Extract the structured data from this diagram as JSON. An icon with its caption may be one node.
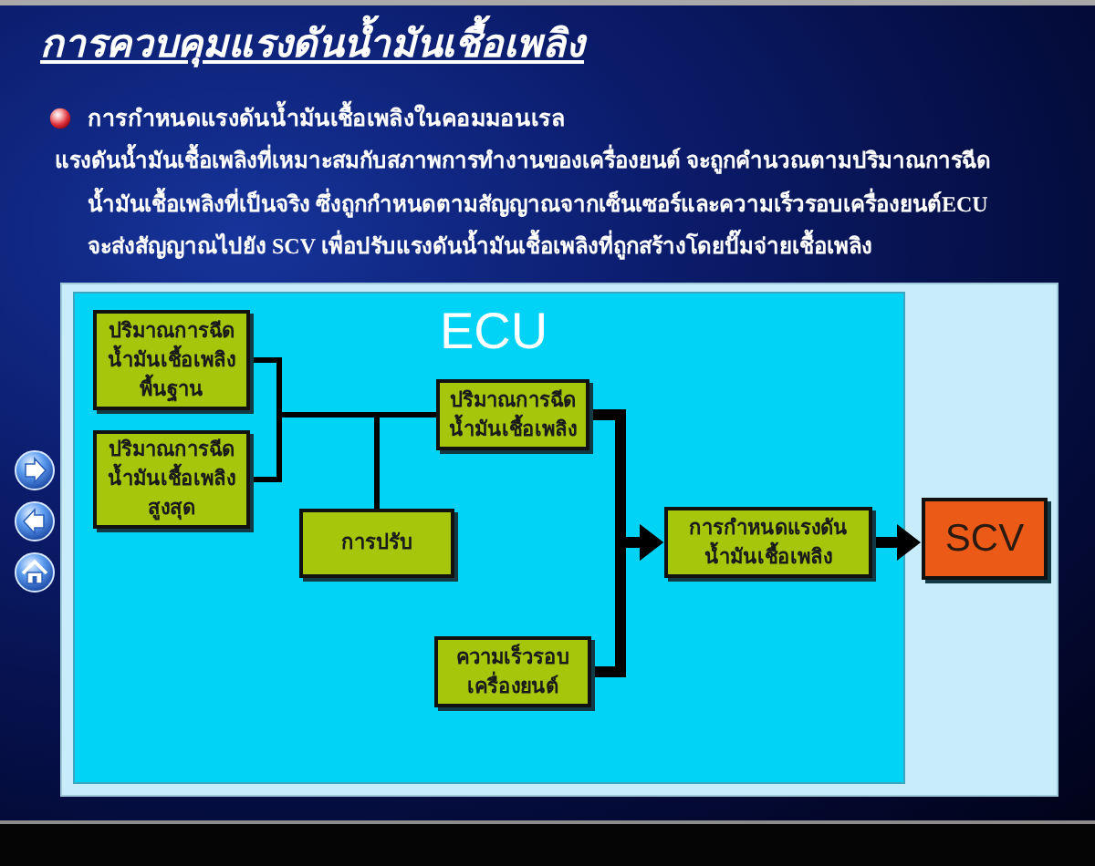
{
  "diagram": {
    "title": "การควบคุมแรงดันน้ำมันเชื้อเพลิง",
    "nodes": [
      {
        "text": [
          "ECU"
        ]
      },
      {
        "text": [
          "ปริมาณการฉีดน้ำมันเชื้อเพลิงพื้นฐาน"
        ],
        "in": 0
      },
      {
        "text": [
          "ปริมาณการฉีดน้ำมันเชื้อเพลิงสูงสุด"
        ],
        "in": 0
      },
      {
        "text": [
          "ปริมาณการฉีดน้ำมันเชื้อเพลิง"
        ],
        "in": 0
      },
      {
        "text": [
          "การปรับ"
        ],
        "in": 0
      },
      {
        "text": [
          "ความเร็วรอบเครื่องยนต์"
        ],
        "in": 0
      },
      {
        "text": [
          "การกำหนดแรงดันน้ำมันเชื้อเพลิง"
        ],
        "in": 0
      },
      {
        "text": [
          "SCV"
        ]
      }
    ],
    "edges": [
      {
        "from": 1,
        "to": 3,
        "arrow": "none"
      },
      {
        "from": 2,
        "to": 3,
        "arrow": "none"
      },
      {
        "from": 4,
        "to": 3,
        "arrow": "none"
      },
      {
        "from": 3,
        "to": 6,
        "arrow": "to",
        "style": "thick"
      },
      {
        "from": 5,
        "to": 6,
        "arrow": "to",
        "style": "thick"
      },
      {
        "from": 6,
        "to": 7,
        "arrow": "to",
        "style": "thick"
      }
    ],
    "labels": [
      "การกำหนดแรงดันน้ำมันเชื้อเพลิงในคอมมอนเรล",
      "แรงดันน้ำมันเชื้อเพลิงที่เหมาะสมกับสภาพการทำงานของเครื่องยนต์ จะถูกคำนวณตามปริมาณการฉีดน้ำมันเชื้อเพลิงที่เป็นจริง ซึ่งถูกกำหนดตามสัญญาณจากเซ็นเซอร์และความเร็วรอบเครื่องยนต์ECU จะส่งสัญญาณไปยัง SCV เพื่อปรับแรงดันน้ำมันเชื้อเพลิงที่ถูกสร้างโดยปั๊มจ่ายเชื้อเพลิง"
    ]
  }
}
